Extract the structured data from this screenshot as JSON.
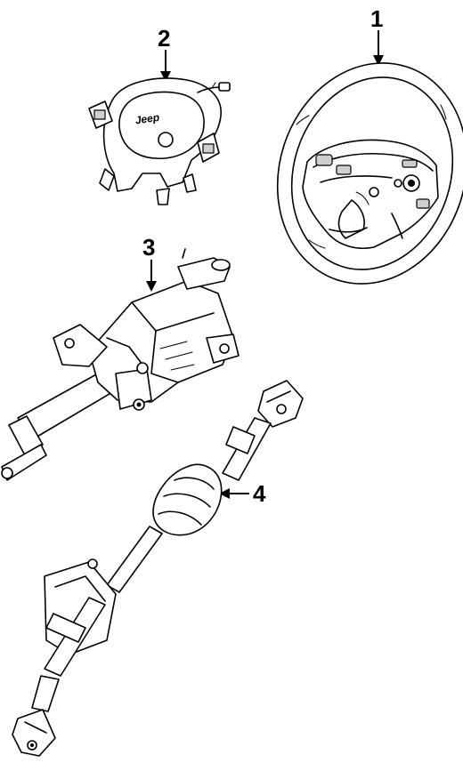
{
  "callouts": [
    {
      "id": "1",
      "label": "1"
    },
    {
      "id": "2",
      "label": "2"
    },
    {
      "id": "3",
      "label": "3"
    },
    {
      "id": "4",
      "label": "4"
    }
  ],
  "airbag_logo_text": "Jeep"
}
